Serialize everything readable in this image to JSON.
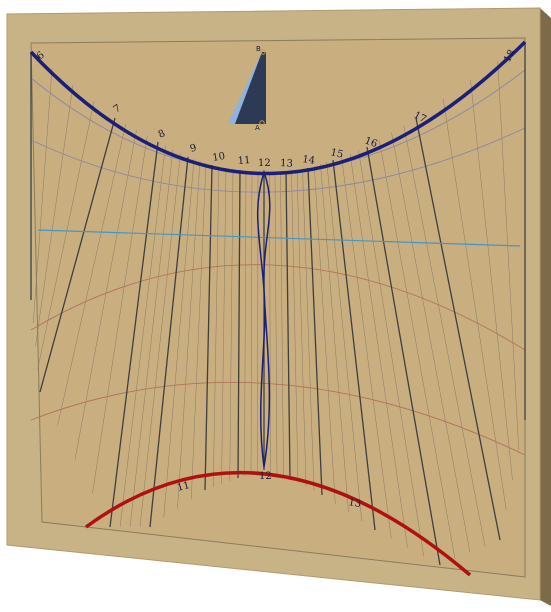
{
  "colors": {
    "frame_outer": "#b09a6f",
    "frame_front": "#c8b386",
    "frame_shadow": "#7d6a48",
    "face": "#c9ae80",
    "face_edge": "#8c7b5c",
    "hour_line": "#3f3f3f",
    "half_hour_line": "#8a7a62",
    "upper_curve": "#1c1f7a",
    "lower_curve": "#b01010",
    "equinox_line": "#4a95c0",
    "declination_line_upper": "#8e86a4",
    "declination_line_lower": "#b0735a",
    "analemma": "#1c1f7a",
    "gnomon_dark": "#2c3a55",
    "gnomon_light": "#8fb3e0",
    "gnomon_point": "#c8a24a"
  },
  "gnomon": {
    "top_label": "B",
    "bottom_label": "A"
  },
  "upper_hour_labels": [
    "6",
    "7",
    "8",
    "9",
    "10",
    "11",
    "12",
    "13",
    "14",
    "15",
    "16",
    "17",
    "18"
  ],
  "lower_hour_labels": [
    "11",
    "12",
    "13"
  ]
}
